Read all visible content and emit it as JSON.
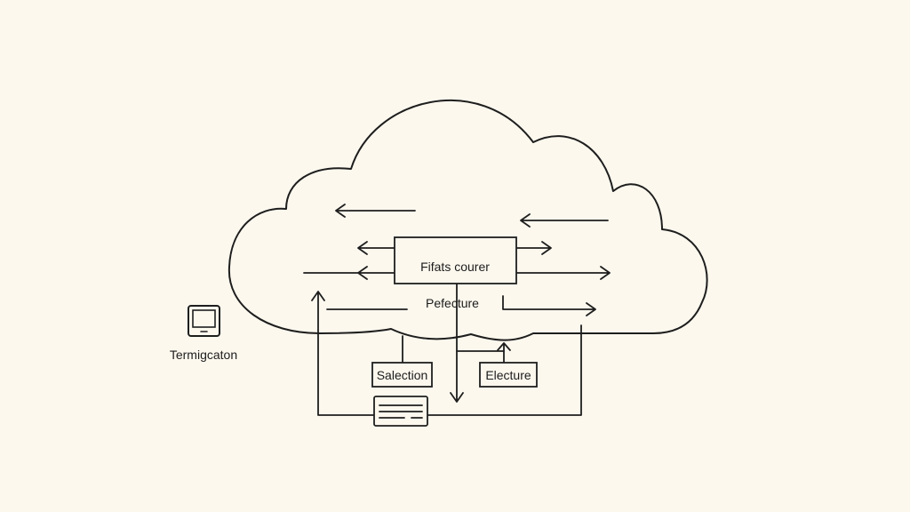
{
  "diagram": {
    "central_box_label": "Fifats courer",
    "center_label": "Pefecture",
    "left_box_label": "Salection",
    "right_box_label": "Electure",
    "terminal_label": "Termigcaton"
  },
  "icons": {
    "terminal": "monitor-icon",
    "bottom_device": "server-rack-icon"
  },
  "colors": {
    "background": "#fcf8ee",
    "stroke": "#1e1e1e"
  }
}
